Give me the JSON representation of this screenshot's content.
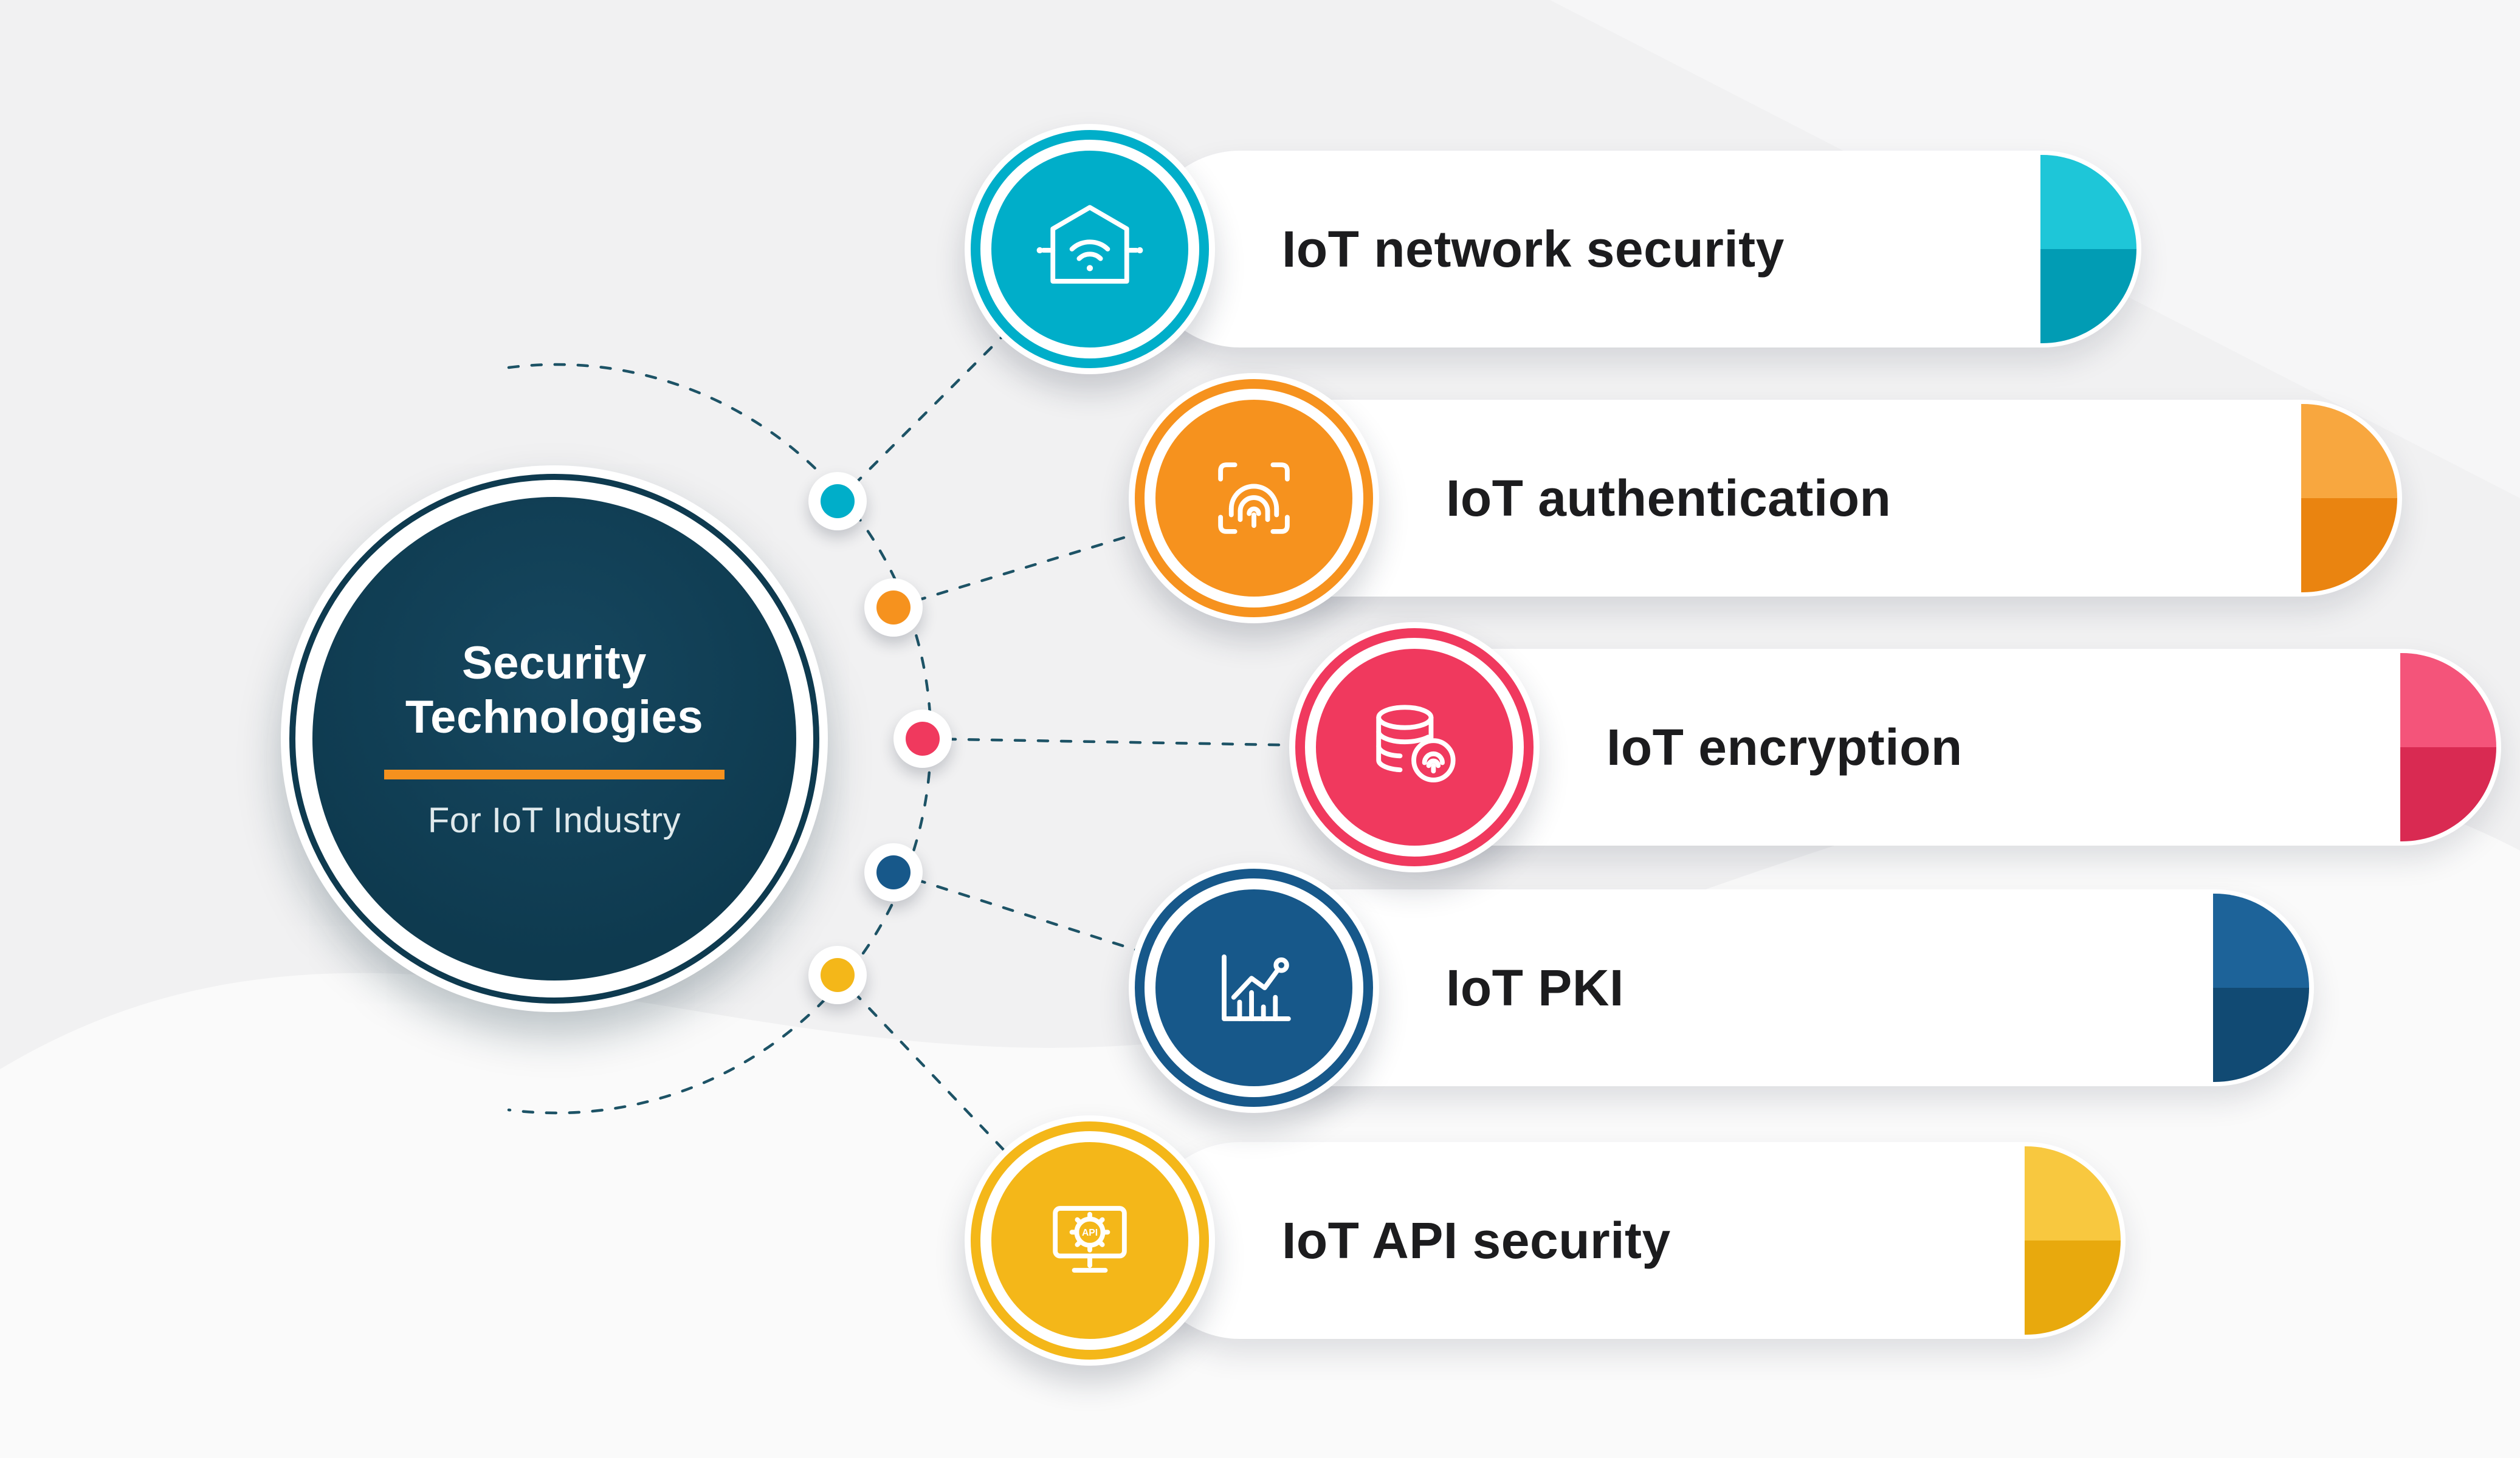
{
  "center": {
    "title_line1": "Security",
    "title_line2": "Technologies",
    "subtitle": "For IoT Industry",
    "bg": "#0e3a4f",
    "divider_color": "#f5911e"
  },
  "items": [
    {
      "label": "IoT network security",
      "color": "#00aec9",
      "deco_top": "#1ec6d8",
      "deco_bottom": "#019cb4",
      "icon": "home-wifi-shield-icon"
    },
    {
      "label": "IoT authentication",
      "color": "#f6921e",
      "deco_top": "#f8a73f",
      "deco_bottom": "#ea8410",
      "icon": "fingerprint-scan-icon"
    },
    {
      "label": "IoT encryption",
      "color": "#f0395e",
      "deco_top": "#f4547a",
      "deco_bottom": "#d92a52",
      "icon": "database-fingerprint-icon"
    },
    {
      "label": "IoT PKI",
      "color": "#17588a",
      "deco_top": "#1d6399",
      "deco_bottom": "#114a73",
      "icon": "chart-graph-icon"
    },
    {
      "label": "IoT API security",
      "color": "#f4b719",
      "deco_top": "#f8c83f",
      "deco_bottom": "#e8a90d",
      "icon": "monitor-api-icon"
    }
  ],
  "connector_color": "#1d5366"
}
